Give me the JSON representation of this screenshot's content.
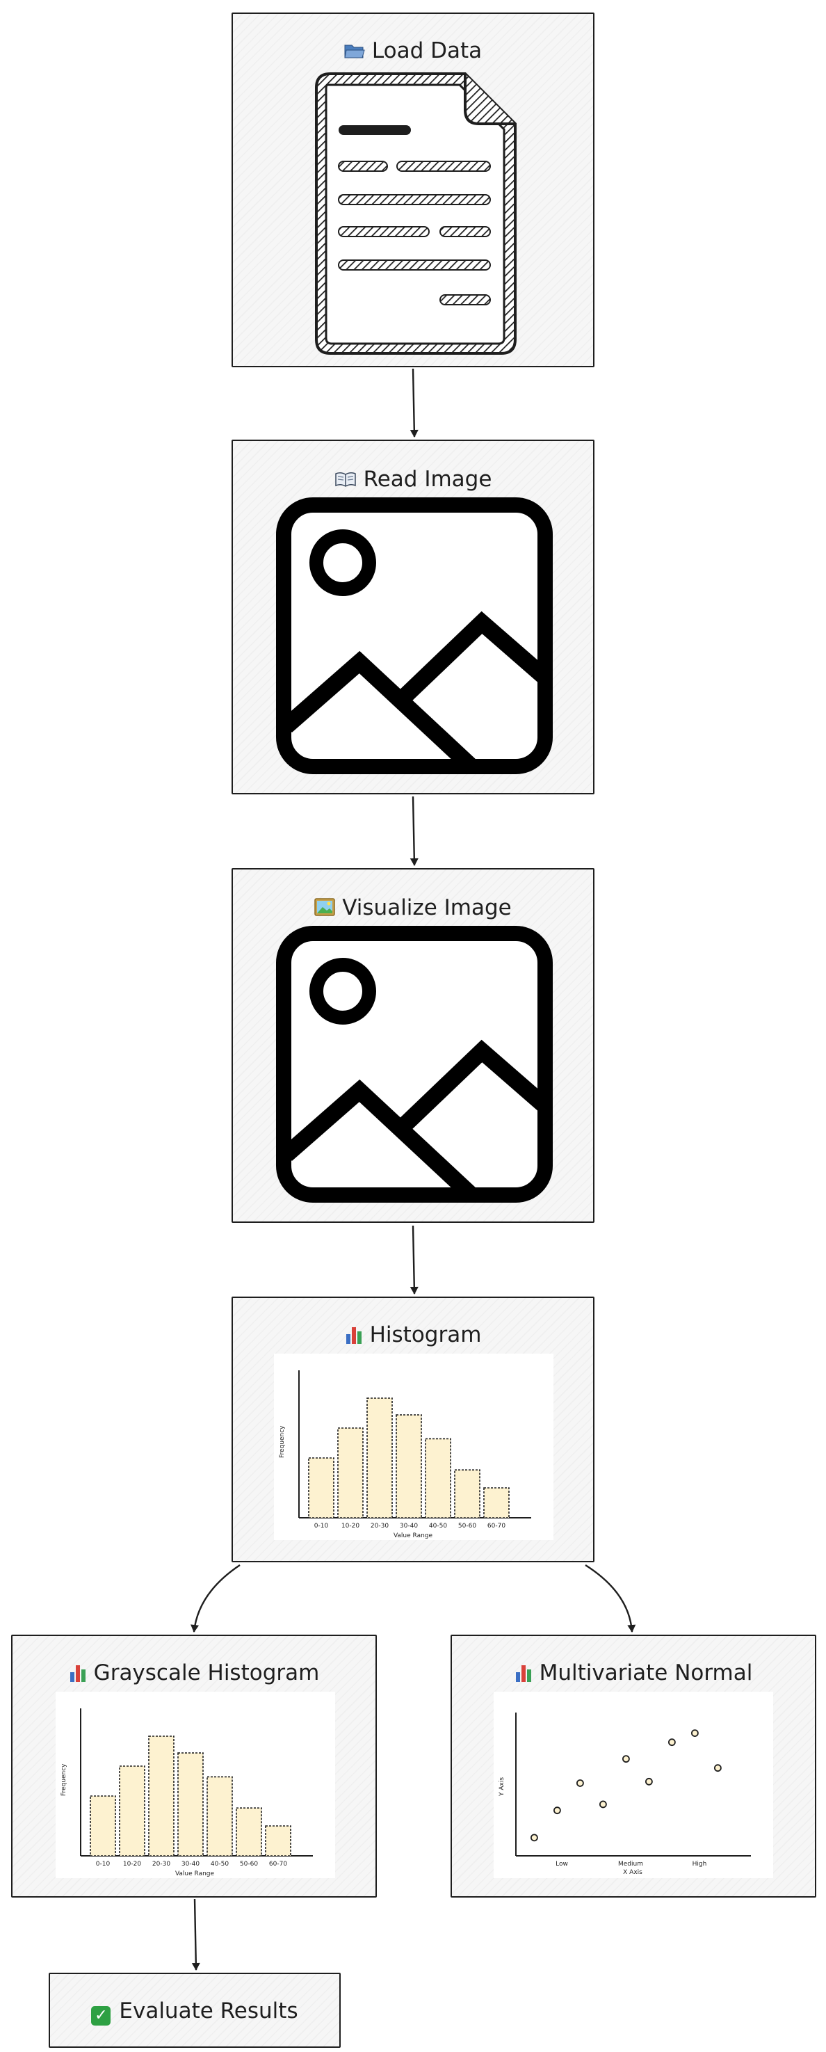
{
  "nodes": {
    "load": {
      "label": "Load Data",
      "icon": "folder-icon"
    },
    "read": {
      "label": "Read Image",
      "icon": "book-icon"
    },
    "visualize": {
      "label": "Visualize Image",
      "icon": "picture-icon"
    },
    "histogram": {
      "label": "Histogram",
      "icon": "bar-chart-icon"
    },
    "grayscale": {
      "label": "Grayscale Histogram",
      "icon": "bar-chart-icon"
    },
    "multivariate": {
      "label": "Multivariate Normal",
      "icon": "bar-chart-icon"
    },
    "evaluate": {
      "label": "Evaluate Results",
      "icon": "check-icon"
    }
  },
  "edges": [
    [
      "load",
      "read"
    ],
    [
      "read",
      "visualize"
    ],
    [
      "visualize",
      "histogram"
    ],
    [
      "histogram",
      "grayscale"
    ],
    [
      "histogram",
      "multivariate"
    ],
    [
      "grayscale",
      "evaluate"
    ]
  ],
  "chart_data": [
    {
      "type": "bar",
      "categories": [
        "0-10",
        "10-20",
        "20-30",
        "30-40",
        "40-50",
        "50-60",
        "60-70"
      ],
      "values": [
        5,
        7.5,
        10,
        8.6,
        6.6,
        4,
        2.5
      ],
      "xlabel": "Value Range",
      "ylabel": "Frequency"
    },
    {
      "type": "bar",
      "categories": [
        "0-10",
        "10-20",
        "20-30",
        "30-40",
        "40-50",
        "50-60",
        "60-70"
      ],
      "values": [
        5,
        7.5,
        10,
        8.6,
        6.6,
        4,
        2.5
      ],
      "xlabel": "Value Range",
      "ylabel": "Frequency"
    },
    {
      "type": "scatter",
      "x": [
        0.4,
        0.9,
        1.4,
        1.9,
        2.4,
        2.9,
        3.4,
        3.9,
        4.4
      ],
      "y": [
        1.2,
        3.0,
        4.8,
        3.4,
        6.4,
        4.9,
        7.5,
        8.1,
        5.8
      ],
      "x_ticks": [
        "Low",
        "Medium",
        "High"
      ],
      "xlabel": "X Axis",
      "ylabel": "Y Axis"
    }
  ],
  "colors": {
    "bar_fill": "#fdf2d0",
    "stroke": "#1e1e1e",
    "node_bg": "#f6f6f6"
  }
}
